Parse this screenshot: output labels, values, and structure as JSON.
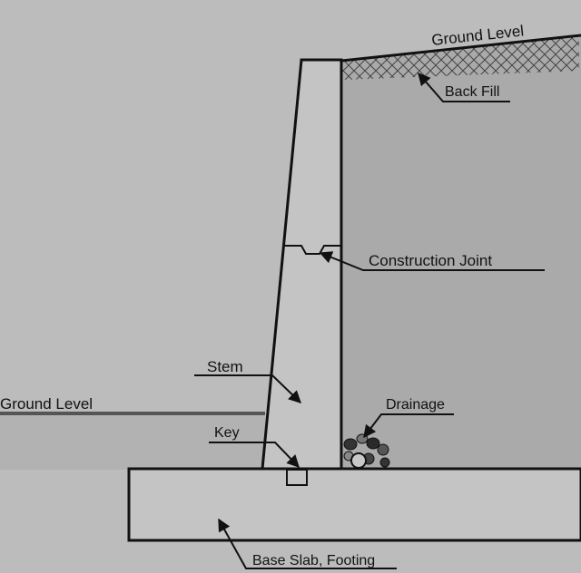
{
  "labels": {
    "ground_level_right": "Ground Level",
    "back_fill": "Back Fill",
    "construction_joint": "Construction Joint",
    "stem": "Stem",
    "ground_level_left": "Ground Level",
    "drainage": "Drainage",
    "key": "Key",
    "base_slab": "Base Slab, Footing"
  },
  "colors": {
    "background": "#bcbcbc",
    "backfill_soil": "#aaaaaa",
    "front_soil": "#b2b2b2",
    "concrete": "#c4c4c4",
    "line": "#111111"
  }
}
